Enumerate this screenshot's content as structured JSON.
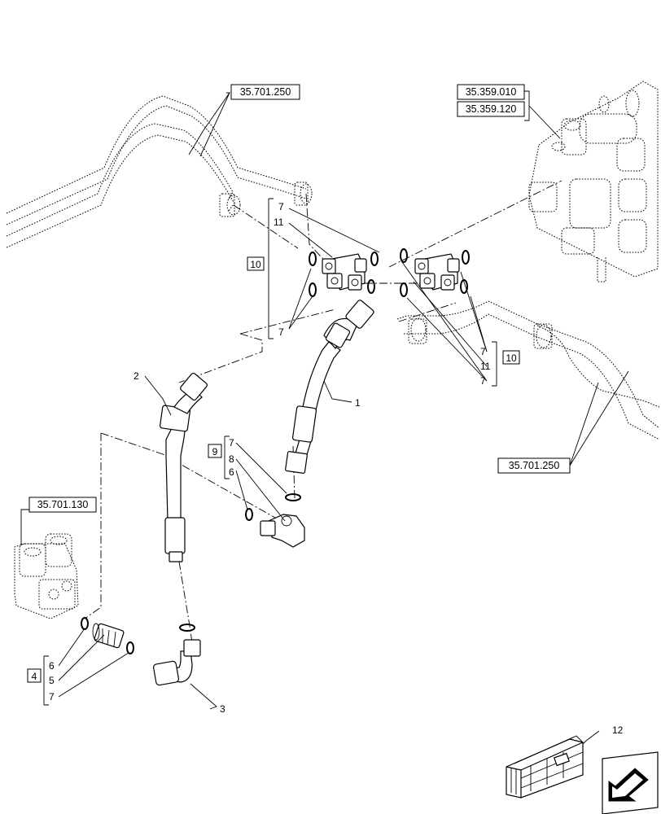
{
  "references": {
    "r_top_left": "35.701.250",
    "r_top_right_1": "35.359.010",
    "r_top_right_2": "35.359.120",
    "r_right": "35.701.250",
    "r_left": "35.701.130"
  },
  "callouts": {
    "c1": "1",
    "c2": "2",
    "c3": "3",
    "c12": "12",
    "g10_left": {
      "box": "10",
      "a": "7",
      "b": "11",
      "c": "7"
    },
    "g10_right": {
      "box": "10",
      "a": "7",
      "b": "11",
      "c": "7"
    },
    "g9": {
      "box": "9",
      "a": "7",
      "b": "8",
      "c": "6"
    },
    "g4": {
      "box": "4",
      "a": "6",
      "b": "5",
      "c": "7"
    }
  }
}
